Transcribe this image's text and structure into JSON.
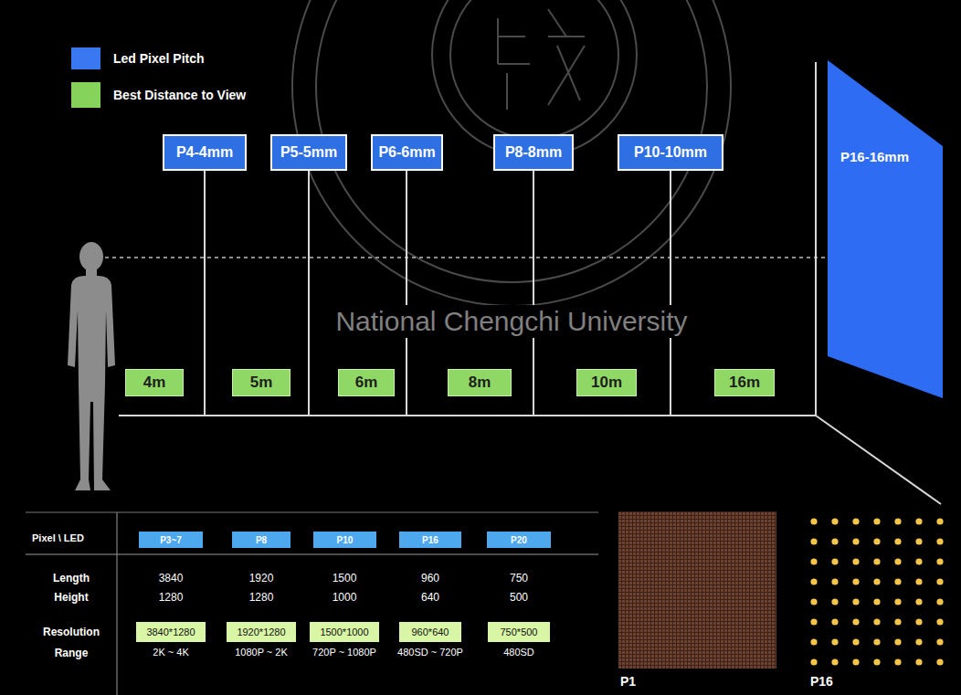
{
  "diagram": {
    "nodes": [
      {
        "text": [
          "P4-4mm"
        ]
      },
      {
        "text": [
          "P5-5mm"
        ]
      },
      {
        "text": [
          "P6-6mm"
        ]
      },
      {
        "text": [
          "P8-8mm"
        ]
      },
      {
        "text": [
          "P10-10mm"
        ]
      },
      {
        "text": [
          "P16-16mm"
        ]
      },
      {
        "text": [
          "4m"
        ]
      },
      {
        "text": [
          "5m"
        ]
      },
      {
        "text": [
          "6m"
        ]
      },
      {
        "text": [
          "8m"
        ]
      },
      {
        "text": [
          "10m"
        ]
      },
      {
        "text": [
          "16m"
        ]
      },
      {
        "text": [
          "P3~7"
        ]
      },
      {
        "text": [
          "P8"
        ]
      },
      {
        "text": [
          "P10"
        ]
      },
      {
        "text": [
          "P16"
        ]
      },
      {
        "text": [
          "P20"
        ]
      },
      {
        "text": [
          "3840*1280"
        ]
      },
      {
        "text": [
          "1920*1280"
        ]
      },
      {
        "text": [
          "1500*1000"
        ]
      },
      {
        "text": [
          "960*640"
        ]
      },
      {
        "text": [
          "750*500"
        ]
      }
    ],
    "labels": [
      "National Chengchi University",
      "Pixel \\ LED",
      "Length",
      "3840",
      "1920",
      "1500",
      "960",
      "750",
      "Height",
      "1280",
      "1280",
      "1000",
      "640",
      "500",
      "Resolution",
      "Range",
      "2K ~ 4K",
      "1080P ~ 2K",
      "720P ~ 1080P",
      "480SD ~ 720P",
      "480SD",
      "P1",
      "P16"
    ],
    "legend": [
      {
        "text": "Led Pixel Pitch",
        "color": "#3a78f2"
      },
      {
        "text": "Best Distance to View",
        "color": "#86d35c"
      }
    ]
  }
}
